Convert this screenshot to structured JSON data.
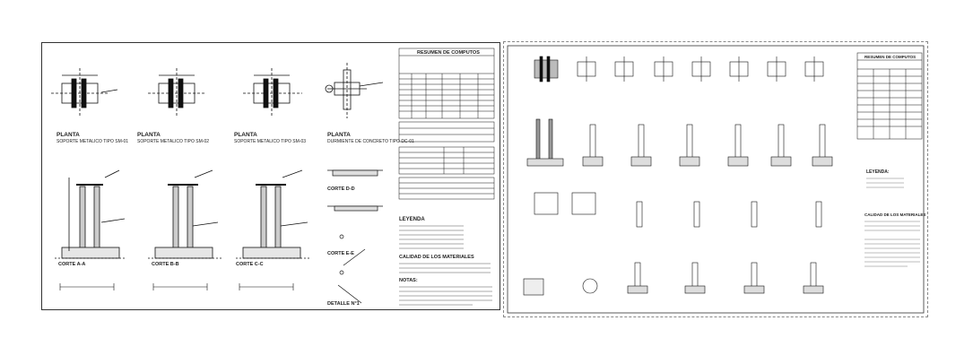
{
  "left_sheet": {
    "plans": [
      {
        "title": "PLANTA",
        "subtitle": "SOPORTE METALICO TIPO SM-01"
      },
      {
        "title": "PLANTA",
        "subtitle": "SOPORTE METALICO TIPO SM-02"
      },
      {
        "title": "PLANTA",
        "subtitle": "SOPORTE METALICO TIPO SM-03"
      },
      {
        "title": "PLANTA",
        "subtitle": "DURMIENTE DE CONCRETO TIPO DC-01"
      }
    ],
    "sections": [
      {
        "label": "CORTE A-A"
      },
      {
        "label": "CORTE B-B"
      },
      {
        "label": "CORTE C-C"
      }
    ],
    "cuts_side": [
      "CORTE D-D",
      "CORTE E-E"
    ],
    "detail_label": "DETALLE N°1",
    "summary_title": "RESUMEN DE COMPUTOS",
    "legend_title": "LEYENDA",
    "materials_title": "CALIDAD DE LOS MATERIALES",
    "notes_title": "NOTAS:"
  },
  "right_sheet": {
    "summary_title": "RESUMEN DE COMPUTOS",
    "legend_title": "LEYENDA:",
    "materials_title": "CALIDAD DE LOS MATERIALES"
  }
}
